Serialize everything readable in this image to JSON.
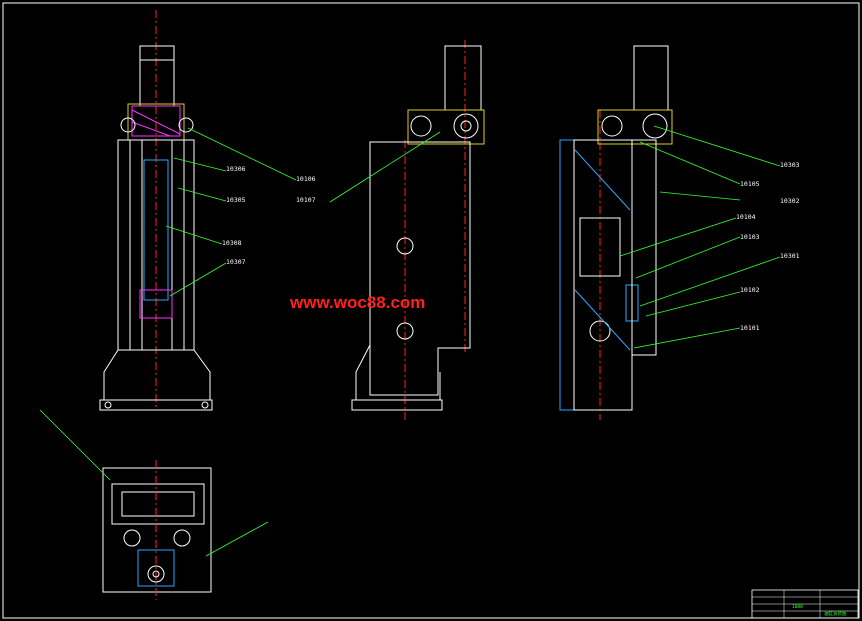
{
  "watermark": "www.woc88.com",
  "labels": [
    "10306",
    "10305",
    "10308",
    "10307",
    "10106",
    "10107",
    "10303",
    "10105",
    "10302",
    "10104",
    "10103",
    "10301",
    "10102",
    "10101"
  ],
  "title_block": {
    "code": "1080",
    "name": "油缸总装图"
  },
  "colors": {
    "background": "#000000",
    "outline": "#ffffff",
    "leader": "#33ff33",
    "hatch": "#ff33ff",
    "center": "#ff2222",
    "steel": "#2aa8ff",
    "accent": "#e0d020"
  }
}
